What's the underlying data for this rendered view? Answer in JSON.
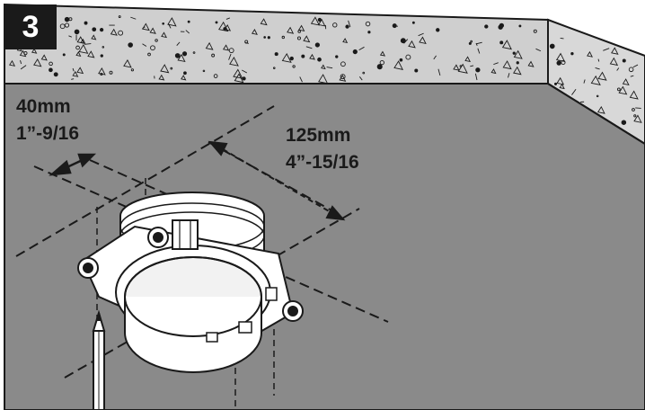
{
  "step": {
    "number": "3"
  },
  "dimensions": {
    "offset": {
      "metric": "40mm",
      "imperial": "1”-9/16"
    },
    "spacing": {
      "metric": "125mm",
      "imperial": "4”-15/16"
    }
  },
  "colors": {
    "ceiling": "#8a8a8a",
    "concrete": "#c8c8c8",
    "ink": "#1a1a1a",
    "fixture": "#ffffff",
    "badge": "#1a1a1a"
  },
  "icons": [
    "pencil-icon",
    "recessed-mount-ring-icon"
  ]
}
